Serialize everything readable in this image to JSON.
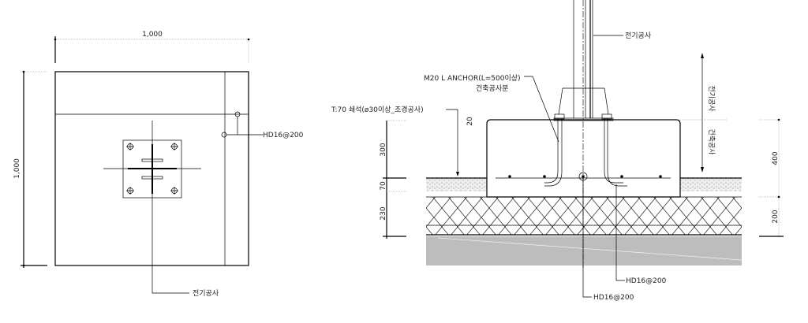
{
  "plan": {
    "dim_width": "1,000",
    "dim_height": "1,000",
    "rebar_label": "HD16@200",
    "electrical_label": "전기공사"
  },
  "section": {
    "pole_label": "전기공사",
    "anchor_label": "M20 L ANCHOR(L=500이상)",
    "anchor_sub_label": "건축공사분",
    "gravel_label": "T:70 쇄석(ø30이상_조경공사)",
    "dim_20": "20",
    "dim_300": "300",
    "dim_70": "70",
    "dim_230": "230",
    "dim_400": "400",
    "dim_200": "200",
    "scope_upper": "전기공사",
    "scope_lower": "건축공사",
    "rebar_label_1": "HD16@200",
    "rebar_label_2": "HD16@200"
  },
  "colors": {
    "line": "#000000",
    "subgrade": "#bdbdbd",
    "gravel": "#e6e6e6"
  }
}
